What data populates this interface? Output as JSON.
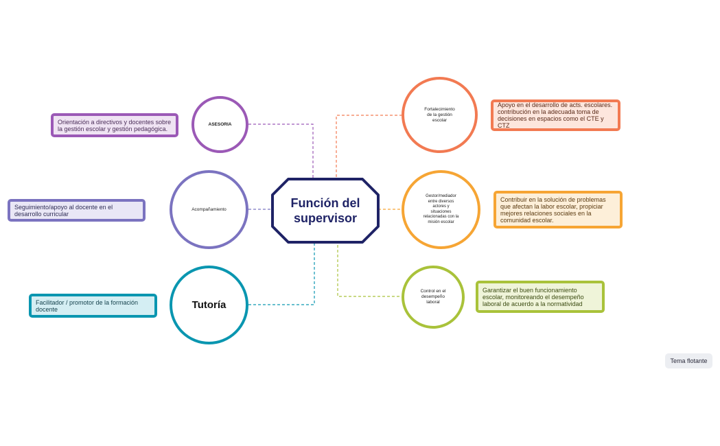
{
  "central_topic": {
    "title": "Función del supervisor",
    "color": "#1f2366"
  },
  "topics": [
    {
      "id": "asesoria",
      "label": "ASESORIA",
      "color": "#9b59b6",
      "note": "Orientación a directivos y docentes sobre la gestión escolar y gestión pedagógica.",
      "note_bg": "#efe3f3"
    },
    {
      "id": "acompanamiento",
      "label": "Acompañamiento",
      "color": "#7b73c0",
      "note": "Seguimiento/apoyo al docente en el desarrollo curricular",
      "note_bg": "#e9e7f6"
    },
    {
      "id": "tutoria",
      "label": "Tutoría",
      "color": "#0a96b0",
      "note": "Facilitador / promotor de la formación docente",
      "note_bg": "#d4eef3"
    },
    {
      "id": "fortalecimiento",
      "label": "Fortalecimiento de la gestión escolar",
      "color": "#f27a52",
      "note": "Apoyo en el desarrollo de acts. escolares. contribución en la adecuada toma de decisiones en espacios como el CTE y CTZ",
      "note_bg": "#fde6dd"
    },
    {
      "id": "gestor",
      "label": "Gestor/mediador entre diversos actores y situaciones relacionadas con la misión escolar",
      "color": "#f6a534",
      "note": "Contribuir en la solución de problemas que afectan la labor escolar, propiciar mejores relaciones sociales en la comunidad escolar.",
      "note_bg": "#fdefd9"
    },
    {
      "id": "control",
      "label": "Control en el desempeño laboral",
      "color": "#a9c23a",
      "note": "Garantizar el buen funcionamiento escolar, monitoreando el desempeño laboral de acuerdo a la normatividad",
      "note_bg": "#eff4d9"
    }
  ],
  "floating_topic": "Tema flotante"
}
